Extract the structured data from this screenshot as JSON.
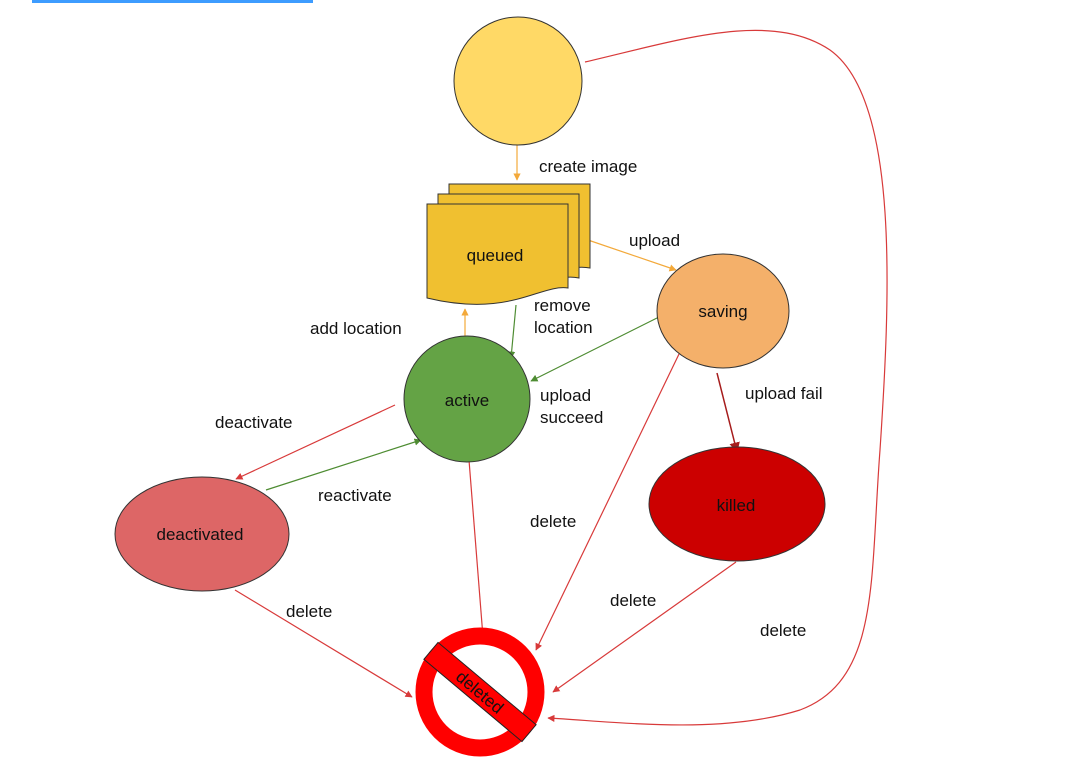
{
  "diagram": {
    "nodes": {
      "queued": {
        "label": "queued",
        "color": "#f0c030"
      },
      "saving": {
        "label": "saving",
        "color": "#f4b06a"
      },
      "active": {
        "label": "active",
        "color": "#64a345"
      },
      "deactivated": {
        "label": "deactivated",
        "color": "#dd6666"
      },
      "killed": {
        "label": "killed",
        "color": "#cc0000"
      },
      "deleted": {
        "label": "deleted",
        "color": "#ff0000"
      },
      "start": {
        "color": "#ffd966"
      }
    },
    "edges": {
      "create_image": "create image",
      "upload": "upload",
      "remove_location_1": "remove",
      "remove_location_2": "location",
      "add_location": "add location",
      "upload_succeed_1": "upload",
      "upload_succeed_2": "succeed",
      "upload_fail": "upload fail",
      "deactivate": "deactivate",
      "reactivate": "reactivate",
      "delete_deactivated": "delete",
      "delete_active": "delete",
      "delete_saving": "delete",
      "delete_killed": "delete"
    },
    "colors": {
      "orange_edge": "#f3a93a",
      "green_edge": "#4e8c32",
      "red_edge": "#d83a3a",
      "dark_red_edge": "#a61c1c",
      "header_bar": "#3d9cff"
    }
  }
}
